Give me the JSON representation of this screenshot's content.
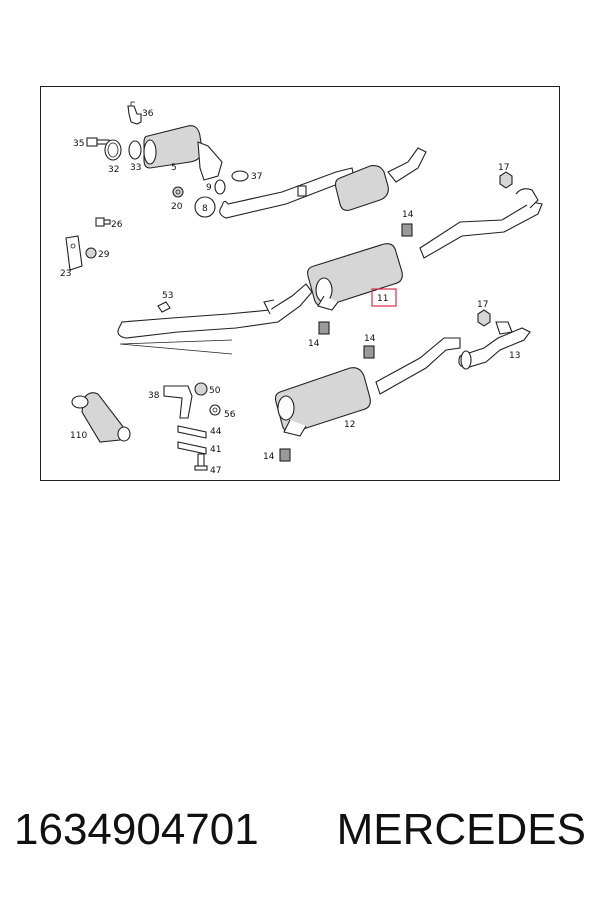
{
  "diagram": {
    "labels": {
      "p36": "36",
      "p35": "35",
      "p32": "32",
      "p33": "33",
      "p5": "5",
      "p37": "37",
      "p9": "9",
      "p20": "20",
      "p8": "8",
      "p26": "26",
      "p29": "29",
      "p23": "23",
      "p17a": "17",
      "p14a": "14",
      "p11": "11",
      "p53": "53",
      "p14b": "14",
      "p17b": "17",
      "p13": "13",
      "p14c": "14",
      "p50": "50",
      "p38": "38",
      "p56": "56",
      "p44": "44",
      "p41": "41",
      "p47": "47",
      "p110": "110",
      "p12": "12",
      "p14d": "14"
    },
    "highlighted_part": "11",
    "colors": {
      "highlight": "#d9304a",
      "line": "#222222"
    }
  },
  "footer": {
    "part_number": "1634904701",
    "brand": "MERCEDES"
  }
}
